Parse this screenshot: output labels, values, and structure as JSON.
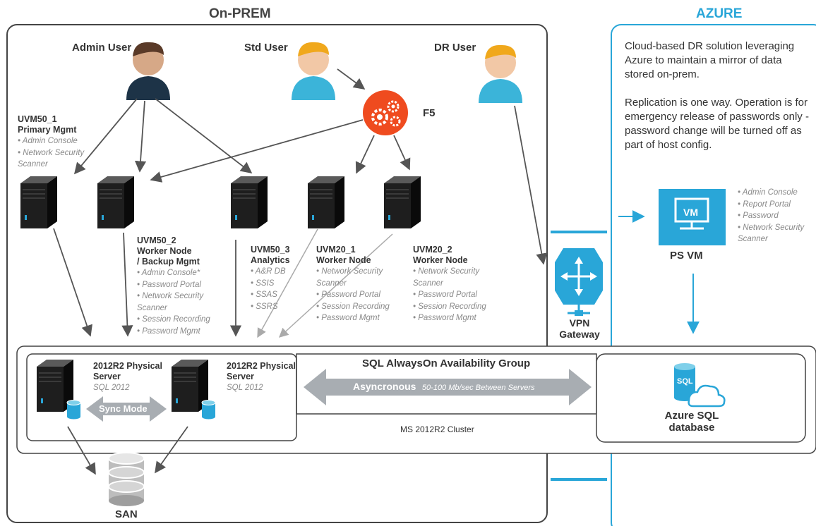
{
  "headers": {
    "onprem": "On-PREM",
    "azure": "AZURE"
  },
  "users": {
    "admin": "Admin User",
    "std": "Std User",
    "dr": "DR User"
  },
  "f5": {
    "label": "F5"
  },
  "nodes": [
    {
      "title": [
        "UVM50_1",
        "Primary Mgmt"
      ],
      "items": [
        "• Admin Console",
        "• Network Security",
        "  Scanner"
      ]
    },
    {
      "title": [
        "UVM50_2",
        "Worker Node",
        "/ Backup Mgmt"
      ],
      "items": [
        "• Admin Console*",
        "• Password Portal",
        "• Network Security",
        "  Scanner",
        "• Session Recording",
        "• Password Mgmt"
      ]
    },
    {
      "title": [
        "UVM50_3",
        "Analytics"
      ],
      "items": [
        "• A&R DB",
        "• SSIS",
        "• SSAS",
        "• SSRS"
      ]
    },
    {
      "title": [
        "UVM20_1",
        "Worker Node"
      ],
      "items": [
        "• Network Security",
        "  Scanner",
        "• Password Portal",
        "• Session Recording",
        "• Password Mgmt"
      ]
    },
    {
      "title": [
        "UVM20_2",
        "Worker Node"
      ],
      "items": [
        "• Network Security",
        "  Scanner",
        "• Password Portal",
        "• Session Recording",
        "• Password Mgmt"
      ]
    }
  ],
  "cluster": {
    "server1": {
      "title": [
        "2012R2 Physical",
        "Server"
      ],
      "sub": "SQL 2012"
    },
    "server2": {
      "title": [
        "2012R2 Physical",
        "Server"
      ],
      "sub": "SQL 2012"
    },
    "sync_mode": "Sync Mode",
    "ag_title": "SQL AlwaysOn Availability Group",
    "async_label": "Asyncronous",
    "async_detail": "50-100 Mb/sec Between Servers",
    "cluster_label": "MS 2012R2 Cluster"
  },
  "san": "SAN",
  "vpn": {
    "label": [
      "VPN",
      "Gateway"
    ]
  },
  "azure": {
    "description_1": "Cloud-based DR solution leveraging Azure to maintain a mirror of data stored on-prem.",
    "description_2": "Replication is one way. Operation is for emergency release of passwords only - password change will be turned off as part of host config.",
    "psvm_label": "PS VM",
    "psvm_icon_text": "VM",
    "psvm_items": [
      "• Admin Console",
      "• Report Portal",
      "• Password",
      "• Network Security",
      "  Scanner"
    ],
    "sql_icon_text": "SQL",
    "sql_label": [
      "Azure SQL",
      "database"
    ]
  },
  "colors": {
    "accent_blue": "#29a6d8",
    "f5_orange": "#ef4b1f",
    "server_dark": "#1c1c1c",
    "arrow_gray": "#555555",
    "fat_arrow": "#a8adb2"
  }
}
